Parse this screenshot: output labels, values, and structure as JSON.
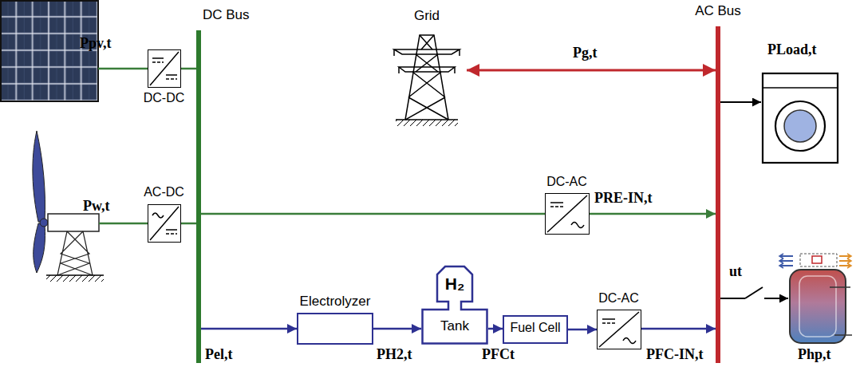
{
  "diagram": {
    "nodes": [
      {
        "text": [
          "DC Bus"
        ]
      },
      {
        "text": [
          "Grid"
        ]
      },
      {
        "text": [
          "AC Bus"
        ]
      },
      {
        "text": [
          "DC-DC"
        ]
      },
      {
        "text": [
          "DC-AC"
        ]
      },
      {
        "text": [
          "AC-DC"
        ]
      },
      {
        "text": [
          "Electrolyzer"
        ]
      },
      {
        "text": [
          "H₂",
          "Tank"
        ]
      },
      {
        "text": [
          "Fuel Cell"
        ]
      },
      {
        "text": [
          "DC-AC"
        ]
      }
    ],
    "edges": [
      {
        "from": 3,
        "to": 0,
        "arrow": "none"
      },
      {
        "from": 5,
        "to": 0,
        "arrow": "none"
      },
      {
        "from": 0,
        "to": 4,
        "arrow": "none"
      },
      {
        "from": 4,
        "to": 2,
        "arrow": "to",
        "label": "PRE-IN,t"
      },
      {
        "from": 1,
        "to": 2,
        "arrow": "both",
        "label": "Pg,t"
      },
      {
        "from": 0,
        "to": 6,
        "arrow": "to",
        "label": "Pel,t"
      },
      {
        "from": 6,
        "to": 7,
        "arrow": "to",
        "label": "PH2,t"
      },
      {
        "from": 7,
        "to": 8,
        "arrow": "to",
        "label": "PFCt"
      },
      {
        "from": 8,
        "to": 9,
        "arrow": "to"
      },
      {
        "from": 9,
        "to": 2,
        "arrow": "to",
        "label": "PFC-IN,t"
      }
    ],
    "labels": [
      "Ppv,t",
      "Pw,t",
      "PLoad,t",
      "ut",
      "Php,t"
    ]
  }
}
